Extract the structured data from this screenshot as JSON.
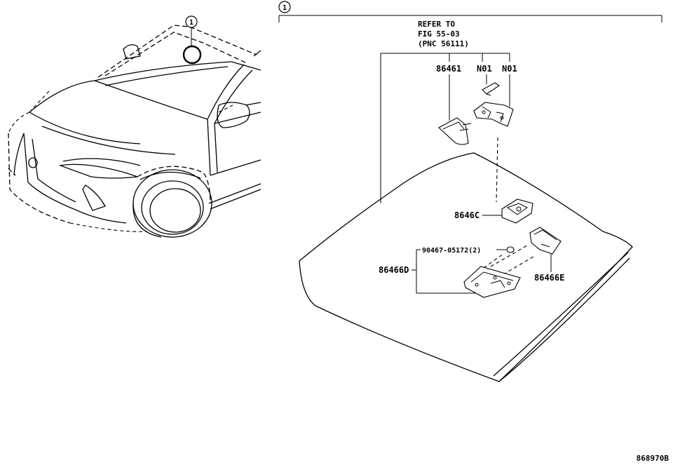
{
  "diagram": {
    "drawing_id": "868970B",
    "callout_mark": "1",
    "refer": {
      "line1": "REFER TO",
      "line2": "FIG 55-03",
      "line3": "(PNC 56111)"
    },
    "labels": {
      "part_86461": "86461",
      "part_n01_a": "N01",
      "part_n01_b": "N01",
      "part_8646c": "8646C",
      "part_90467": "90467-05172(2)",
      "part_86466d": "86466D",
      "part_86466e": "86466E"
    }
  }
}
